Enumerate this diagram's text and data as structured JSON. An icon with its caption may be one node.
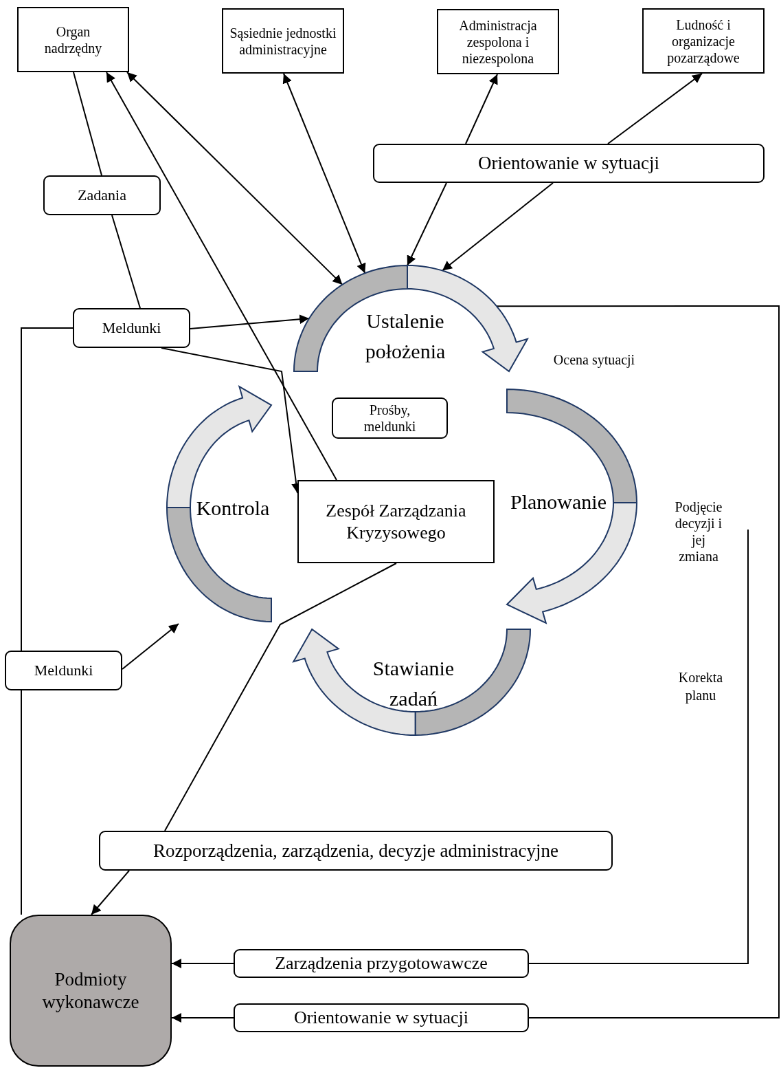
{
  "diagram": {
    "nodes": [
      {
        "text": [
          "Organ nadrzędny"
        ]
      },
      {
        "text": [
          "Sąsiednie jednostki administracyjne"
        ]
      },
      {
        "text": [
          "Administracja zespolona i niezespolona"
        ]
      },
      {
        "text": [
          "Ludność i organizacje pozarządowe"
        ]
      },
      {
        "text": [
          "Orientowanie w sytuacji"
        ]
      },
      {
        "text": [
          "Zadania"
        ]
      },
      {
        "text": [
          "Meldunki"
        ]
      },
      {
        "text": [
          "Ustalenie położenia"
        ]
      },
      {
        "text": [
          "Prośby, meldunki"
        ]
      },
      {
        "text": [
          "Kontrola"
        ]
      },
      {
        "text": [
          "Zespół Zarządzania Kryzysowego"
        ]
      },
      {
        "text": [
          "Planowanie"
        ]
      },
      {
        "text": [
          "Podjęcie decyzji i jej zmiana"
        ]
      },
      {
        "text": [
          "Meldunki"
        ]
      },
      {
        "text": [
          "Stawianie zadań"
        ]
      },
      {
        "text": [
          "Rozporządzenia, zarządzenia, decyzje administracyjne"
        ]
      },
      {
        "text": [
          "Podmioty wykonawcze"
        ]
      },
      {
        "text": [
          "Zarządzenia przygotowawcze"
        ]
      },
      {
        "text": [
          "Orientowanie w sytuacji"
        ]
      }
    ],
    "edges": [
      {
        "from": 0,
        "to": 5,
        "arrow": "none"
      },
      {
        "from": 5,
        "to": 6,
        "arrow": "none"
      },
      {
        "from": 6,
        "to": 10,
        "arrow": "to"
      },
      {
        "from": 10,
        "to": 0,
        "arrow": "to"
      },
      {
        "from": 0,
        "to": 7,
        "arrow": "both"
      },
      {
        "from": 1,
        "to": 7,
        "arrow": "both"
      },
      {
        "from": 4,
        "to": 2,
        "arrow": "to"
      },
      {
        "from": 4,
        "to": 7,
        "arrow": "to"
      },
      {
        "from": 4,
        "to": 3,
        "arrow": "to"
      },
      {
        "from": 4,
        "to": 7,
        "arrow": "to"
      },
      {
        "from": 6,
        "to": 7,
        "arrow": "to"
      },
      {
        "from": 16,
        "to": 13,
        "arrow": "none"
      },
      {
        "from": 13,
        "to": 6,
        "arrow": "none"
      },
      {
        "from": 13,
        "to": 9,
        "arrow": "to"
      },
      {
        "from": 10,
        "to": 15,
        "arrow": "none"
      },
      {
        "from": 15,
        "to": 16,
        "arrow": "to"
      },
      {
        "from": 7,
        "to": 18,
        "arrow": "none"
      },
      {
        "from": 18,
        "to": 16,
        "arrow": "to"
      },
      {
        "from": 12,
        "to": 17,
        "arrow": "none"
      },
      {
        "from": 17,
        "to": 16,
        "arrow": "to"
      }
    ],
    "labels": [
      "Ocena sytuacji",
      "Korekta planu"
    ]
  }
}
